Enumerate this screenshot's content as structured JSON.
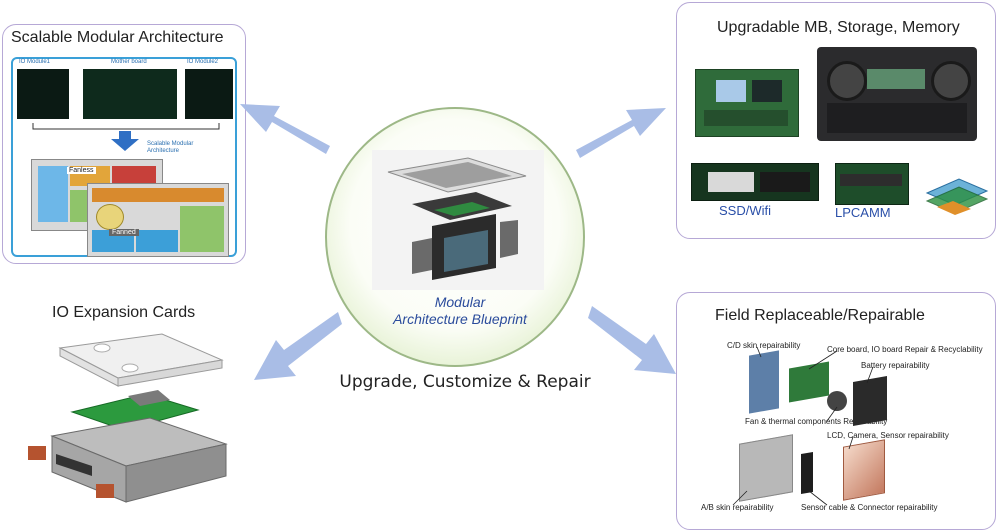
{
  "center": {
    "title_line1": "Modular",
    "title_line2": "Architecture Blueprint",
    "caption": "Upgrade, Customize & Repair"
  },
  "panels": {
    "scalable": {
      "title": "Scalable Modular Architecture",
      "io_module1": "IO Module1",
      "mother_board": "Mother board",
      "io_module2": "IO Module2",
      "scalable_label_line1": "Scalable Modular",
      "scalable_label_line2": "Architecture",
      "fanless": "Fanless",
      "fanned": "Fanned"
    },
    "upgradable": {
      "title": "Upgradable MB, Storage, Memory",
      "ssd": "SSD/Wifi",
      "lpcamm": "LPCAMM"
    },
    "io_cards": {
      "title": "IO Expansion Cards"
    },
    "field": {
      "title": "Field Replaceable/Repairable",
      "cd_skin": "C/D skin  repairability",
      "core_board": "Core board, IO board Repair & Recyclability",
      "battery": "Battery  repairability",
      "fan_thermal": "Fan & thermal components  Repairability",
      "lcd": "LCD, Camera, Sensor  repairability",
      "ab_skin": "A/B skin  repairability",
      "sensor_cable": "Sensor cable & Connector repairability"
    }
  },
  "colors": {
    "panel_border": "#b6a8d6",
    "arrow": "#a9bde6",
    "accent_blue": "#2b4c9c",
    "circle_green": "#cfe6b4"
  }
}
